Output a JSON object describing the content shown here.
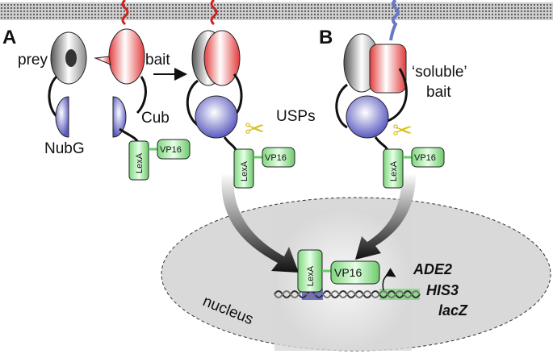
{
  "panels": {
    "a": "A",
    "b": "B"
  },
  "labels": {
    "prey": "prey",
    "bait": "bait",
    "nubg": "NubG",
    "cub": "Cub",
    "usps": "USPs",
    "soluble_line1": "‘soluble’",
    "soluble_line2": "bait",
    "lexa": "LexA",
    "vp16": "VP16",
    "nucleus": "nucleus"
  },
  "genes": [
    "ADE2",
    "HIS3",
    "lacZ"
  ],
  "colors": {
    "bait": "#e23b3b",
    "ub": "#6b6bc9",
    "lexa": "#7fd67f",
    "prey": "#9a9a9a",
    "scissors": "#e0c820",
    "soluble_anchor": "#6a78c8"
  }
}
